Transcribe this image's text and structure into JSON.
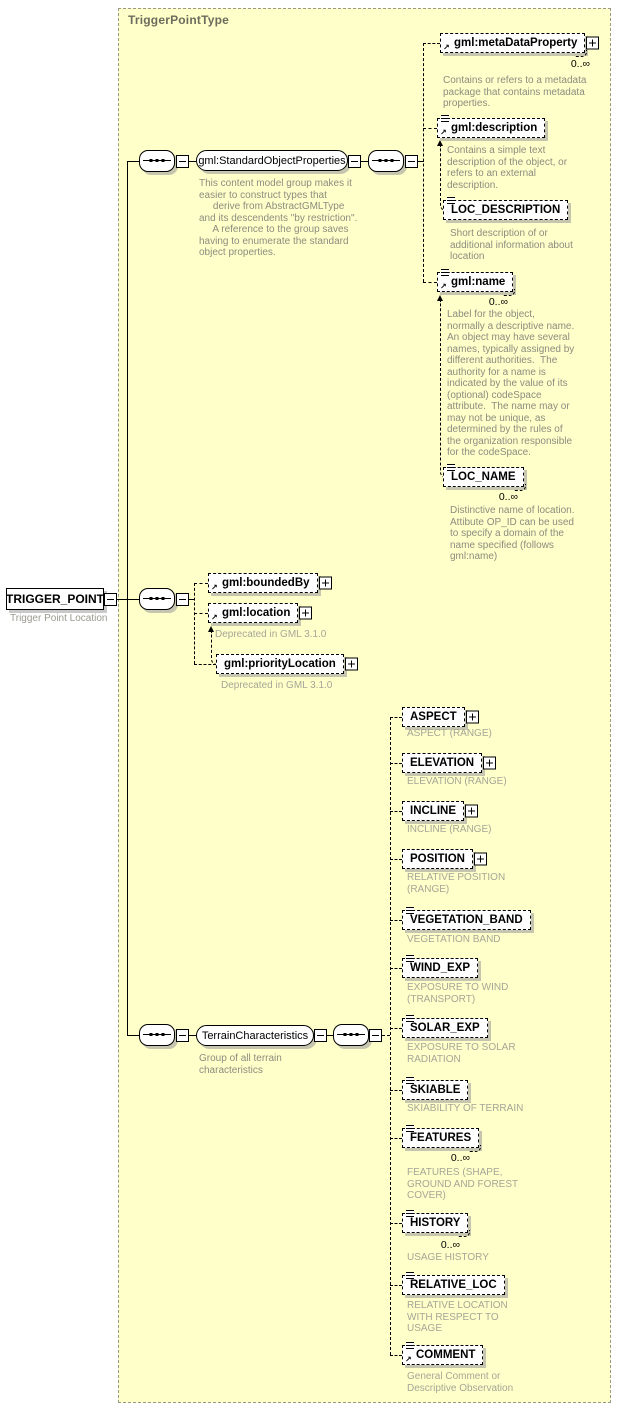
{
  "title": "TriggerPointType",
  "root": {
    "label": "TRIGGER_POINT",
    "caption": "Trigger Point Location"
  },
  "sop_group": {
    "label": "gml:StandardObjectProperties",
    "caption": "This content model group makes it\neasier to construct types that\n     derive from AbstractGMLType\nand its descendents \"by restriction\".\n     A reference to the group saves\nhaving to enumerate the standard\nobject properties."
  },
  "terrain_group": {
    "label": "TerrainCharacteristics",
    "caption": "Group of all terrain\ncharacteristics"
  },
  "sop_children": [
    {
      "label": "gml:metaDataProperty",
      "occurs": "0..∞",
      "caption": "Contains or refers to a metadata\npackage that contains metadata\nproperties."
    },
    {
      "label": "gml:description",
      "caption": "Contains a simple text\ndescription of the object, or\nrefers to an external\ndescription."
    },
    {
      "label": "LOC_DESCRIPTION",
      "caption": "Short description of or\nadditional information about\nlocation"
    },
    {
      "label": "gml:name",
      "occurs": "0..∞",
      "caption": "Label for the object,\nnormally a descriptive name.\nAn object may have several\nnames, typically assigned by\ndifferent authorities.  The\nauthority for a name is\nindicated by the value of its\n(optional) codeSpace\nattribute.  The name may or\nmay not be unique, as\ndetermined by the rules of\nthe organization responsible\nfor the codeSpace."
    },
    {
      "label": "LOC_NAME",
      "occurs": "0..∞",
      "caption": "Distinctive name of location.\nAttibute OP_ID can be used\nto specify a domain of the\nname specified (follows\ngml:name)"
    }
  ],
  "feature_children": [
    {
      "label": "gml:boundedBy",
      "caption": ""
    },
    {
      "label": "gml:location",
      "caption": "Deprecated in GML 3.1.0"
    },
    {
      "label": "gml:priorityLocation",
      "caption": "Deprecated in GML 3.1.0"
    }
  ],
  "terrain_children": [
    {
      "label": "ASPECT",
      "caption": "ASPECT (RANGE)"
    },
    {
      "label": "ELEVATION",
      "caption": "ELEVATION (RANGE)"
    },
    {
      "label": "INCLINE",
      "caption": "INCLINE (RANGE)"
    },
    {
      "label": "POSITION",
      "caption": "RELATIVE POSITION\n(RANGE)"
    },
    {
      "label": "VEGETATION_BAND",
      "caption": "VEGETATION BAND"
    },
    {
      "label": "WIND_EXP",
      "caption": "EXPOSURE TO WIND\n(TRANSPORT)"
    },
    {
      "label": "SOLAR_EXP",
      "caption": "EXPOSURE TO SOLAR\nRADIATION"
    },
    {
      "label": "SKIABLE",
      "caption": "SKIABILITY OF TERRAIN"
    },
    {
      "label": "FEATURES",
      "occurs": "0..∞",
      "caption": "FEATURES (SHAPE,\nGROUND AND FOREST\nCOVER)"
    },
    {
      "label": "HISTORY",
      "occurs": "0..∞",
      "caption": "USAGE HISTORY"
    },
    {
      "label": "RELATIVE_LOC",
      "caption": "RELATIVE LOCATION\nWITH RESPECT TO\nUSAGE"
    },
    {
      "label": "COMMENT",
      "caption": "General Comment or\nDescriptive Observation"
    }
  ],
  "icons": {
    "reference_arrow": "↗"
  },
  "colors": {
    "container_bg": "#ffffc9",
    "container_border": "#98988a",
    "box_shadow": "#c6c6b0",
    "caption_gray": "#8c8c80",
    "caption_light_gray": "#a6a698",
    "title_gray": "#6c6c5c"
  }
}
